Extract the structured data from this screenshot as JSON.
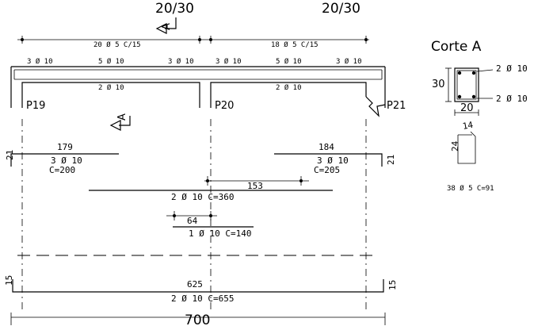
{
  "beam_labels": {
    "section_left": "20/30",
    "section_right": "20/30",
    "cut_letter": "A",
    "cut_letter_lower": "A",
    "stirrups_left": "20 Ø 5 C/15",
    "stirrups_right": "18 Ø 5 C/15",
    "top_bars": [
      "3 Ø 10",
      "5 Ø 10",
      "3 Ø 10",
      "3 Ø 10",
      "5 Ø 10",
      "3 Ø 10"
    ],
    "bottom_bars_left": "2 Ø 10",
    "bottom_bars_right": "2 Ø 10",
    "columns": [
      "P19",
      "P20",
      "P21"
    ]
  },
  "section": {
    "title": "Corte A",
    "height": "30",
    "width": "20",
    "top_bars": "2 Ø 10",
    "bottom_bars": "2 Ø 10",
    "stirrup_w": "14",
    "stirrup_h": "24",
    "stirrup_spec": "38 Ø 5  C=91"
  },
  "bars": {
    "top_left": {
      "length": "179",
      "spec": "3 Ø 10",
      "cut": "C=200",
      "hook": "21"
    },
    "top_right": {
      "length": "184",
      "spec": "3 Ø 10",
      "cut": "C=205",
      "hook": "21"
    },
    "support_long": {
      "length": "153",
      "spec": "2 Ø 10  C=360"
    },
    "support_short": {
      "length": "64",
      "spec": "1 Ø 10  C=140"
    },
    "bottom": {
      "length": "625",
      "spec": "2 Ø 10  C=655",
      "hook_left": "15",
      "hook_right": "15"
    }
  },
  "overall_length": "700"
}
